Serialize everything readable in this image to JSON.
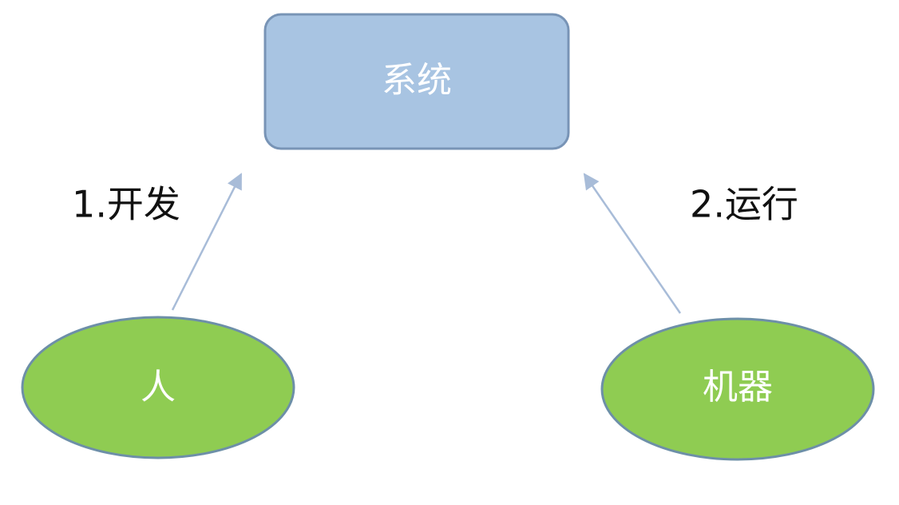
{
  "diagram": {
    "nodes": {
      "system": {
        "label": "系统",
        "fill": "#a8c4e2",
        "stroke": "#7894b6"
      },
      "person": {
        "label": "人",
        "fill": "#8fcc52",
        "stroke": "#6d8fa8"
      },
      "machine": {
        "label": "机器",
        "fill": "#8fcc52",
        "stroke": "#6d8fa8"
      }
    },
    "edges": {
      "develop": {
        "label": "1.开发",
        "color": "#a8bcd8"
      },
      "run": {
        "label": "2.运行",
        "color": "#a8bcd8"
      }
    }
  }
}
